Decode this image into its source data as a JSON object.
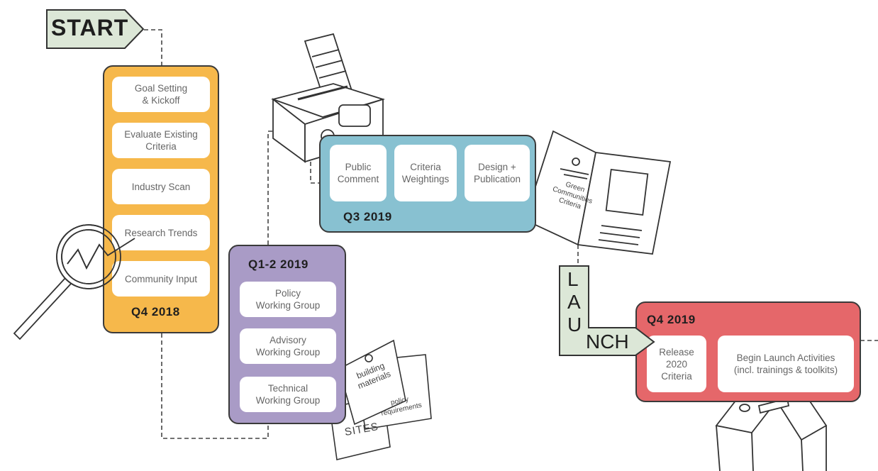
{
  "start": {
    "label": "START"
  },
  "launch": {
    "letters": [
      "L",
      "A",
      "U",
      "NCH"
    ]
  },
  "q4_2018": {
    "title": "Q4 2018",
    "items": [
      "Goal Setting\n& Kickoff",
      "Evaluate Existing\nCriteria",
      "Industry Scan",
      "Research Trends",
      "Community Input"
    ]
  },
  "q1_2_2019": {
    "title": "Q1-2 2019",
    "items": [
      "Policy\nWorking Group",
      "Advisory\nWorking Group",
      "Technical\nWorking Group"
    ]
  },
  "q3_2019": {
    "title": "Q3 2019",
    "items": [
      "Public\nComment",
      "Criteria\nWeightings",
      "Design +\nPublication"
    ]
  },
  "q4_2019": {
    "title": "Q4 2019",
    "items": [
      "Release\n2020\nCriteria",
      "Begin Launch Activities\n(incl. trainings & toolkits)"
    ]
  },
  "sketches": {
    "booklet": "Green\nCommunities\nCriteria",
    "paper1": "building\nmaterials",
    "paper2": "policy\nrequirements",
    "paper3": "SITES"
  },
  "colors": {
    "orange": "#F6B84B",
    "purple": "#A99BC6",
    "blue": "#88C1D1",
    "red": "#E5676A",
    "tag": "#DCE7D7"
  }
}
